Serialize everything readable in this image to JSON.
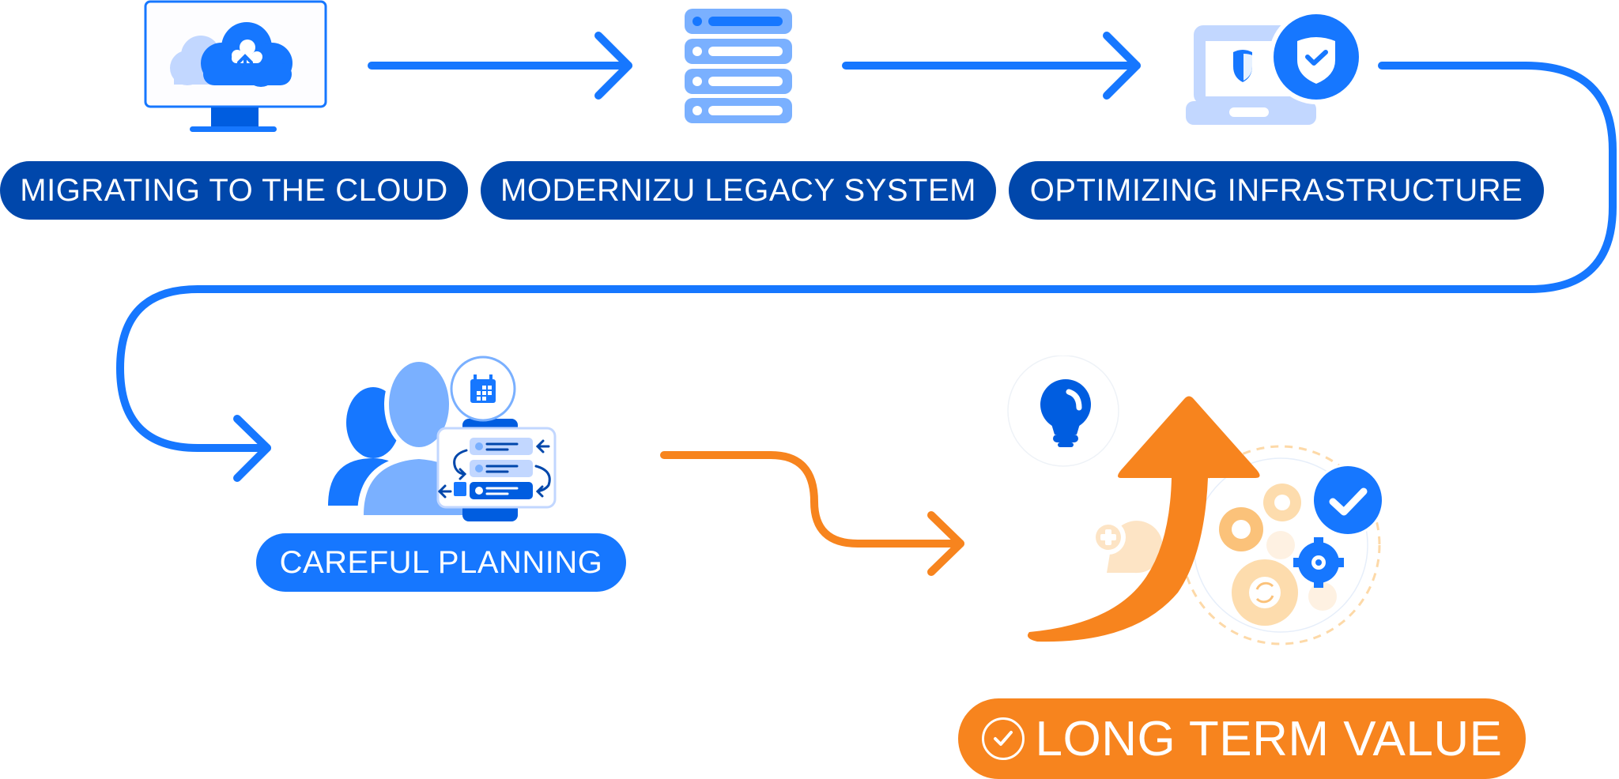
{
  "diagram": {
    "steps": [
      {
        "id": "cloud",
        "label": "MIGRATING TO THE CLOUD",
        "icon": "cloud-upload-monitor-icon"
      },
      {
        "id": "legacy",
        "label": "MODERNIZU LEGACY SYSTEM",
        "icon": "server-stack-icon"
      },
      {
        "id": "infra",
        "label": "OPTIMIZING INFRASTRUCTURE",
        "icon": "laptop-shield-icon"
      },
      {
        "id": "planning",
        "label": "CAREFUL PLANNING",
        "icon": "team-planning-icon"
      },
      {
        "id": "value",
        "label": "LONG TERM VALUE",
        "icon": "growth-arrow-icon"
      }
    ],
    "connectors": [
      {
        "from": "cloud",
        "to": "legacy",
        "style": "straight-arrow"
      },
      {
        "from": "legacy",
        "to": "infra",
        "style": "straight-arrow"
      },
      {
        "from": "infra",
        "to": "planning",
        "style": "loop-arrow"
      },
      {
        "from": "planning",
        "to": "value",
        "style": "s-curve-arrow"
      }
    ]
  },
  "colors": {
    "dark_blue": "#0047AB",
    "primary_blue": "#1677FF",
    "light_blue": "#7AB0FF",
    "pale_blue": "#C2D7FF",
    "orange": "#F7841E",
    "pale_orange": "#FDD9A8",
    "white": "#FFFFFF"
  }
}
